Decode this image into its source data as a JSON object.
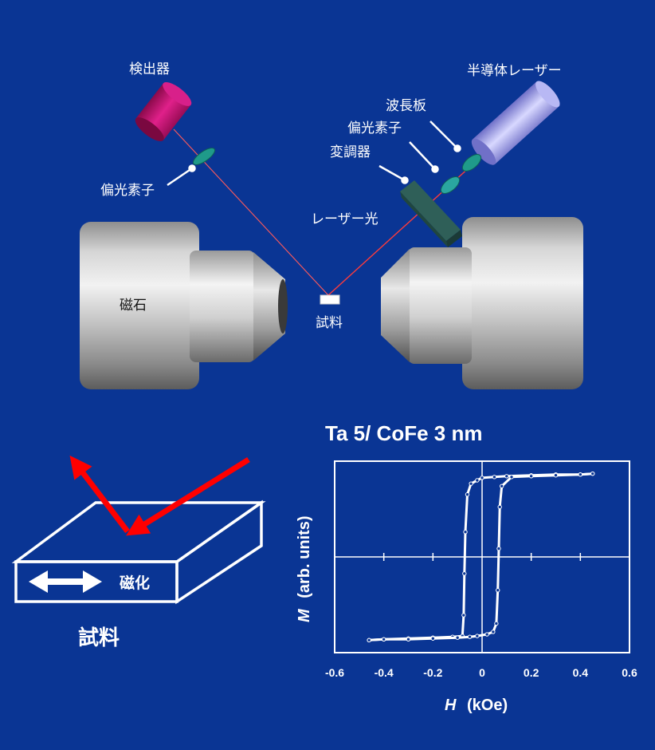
{
  "labels": {
    "detector": "検出器",
    "laser": "半導体レーザー",
    "waveplate": "波長板",
    "polarizer_right": "偏光素子",
    "modulator": "変調器",
    "polarizer_left": "偏光素子",
    "laser_light": "レーザー光",
    "magnet": "磁石",
    "sample_top": "試料",
    "magnetization": "磁化",
    "sample_bottom": "試料"
  },
  "colors": {
    "background": "#0a3594",
    "beam": "#ff3b3b",
    "arrow": "#ff0000",
    "detector": "#c8106a",
    "laser_body": "#a8a8e8",
    "optic": "#1f9a8a",
    "modulator": "#2f5f58"
  },
  "chart_data": {
    "type": "line",
    "title": "Ta 5/ CoFe 3 nm",
    "xlabel_symbol": "H",
    "xlabel_unit": "(kOe)",
    "ylabel_symbol": "M",
    "ylabel_unit": "(arb. units)",
    "xlim": [
      -0.6,
      0.6
    ],
    "ylim": [
      -1.15,
      1.15
    ],
    "xticks": [
      "-0.6",
      "-0.4",
      "-0.2",
      "0",
      "0.2",
      "0.4",
      "0.6"
    ],
    "grid": false,
    "series": [
      {
        "values_x": [
          -0.46,
          -0.4,
          -0.3,
          -0.2,
          -0.12,
          -0.08,
          -0.075,
          -0.072,
          -0.068,
          -0.06,
          -0.045,
          -0.02,
          0.0,
          0.05,
          0.1,
          0.2,
          0.3,
          0.4,
          0.45
        ],
        "values_y": [
          -1.0,
          -0.99,
          -0.98,
          -0.97,
          -0.96,
          -0.95,
          -0.7,
          -0.2,
          0.3,
          0.75,
          0.88,
          0.92,
          0.95,
          0.96,
          0.97,
          0.98,
          0.99,
          0.99,
          1.0
        ]
      },
      {
        "values_x": [
          0.45,
          0.4,
          0.3,
          0.2,
          0.12,
          0.08,
          0.072,
          0.068,
          0.064,
          0.058,
          0.045,
          0.02,
          -0.02,
          -0.05,
          -0.1,
          -0.2,
          -0.3,
          -0.4,
          -0.46
        ],
        "values_y": [
          1.0,
          0.99,
          0.98,
          0.97,
          0.96,
          0.85,
          0.6,
          0.1,
          -0.4,
          -0.8,
          -0.9,
          -0.93,
          -0.95,
          -0.96,
          -0.97,
          -0.98,
          -0.99,
          -0.99,
          -1.0
        ]
      }
    ]
  }
}
